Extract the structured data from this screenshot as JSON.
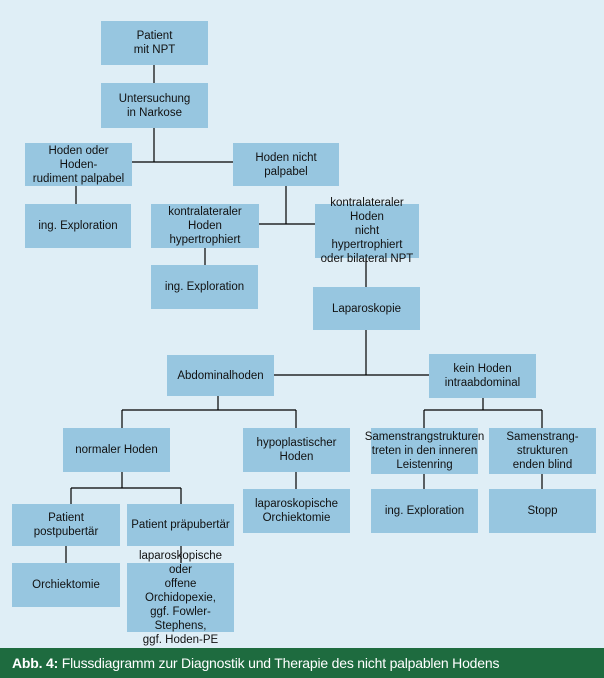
{
  "nodes": {
    "patient": "Patient\nmit NPT",
    "untersuchung": "Untersuchung\nin Narkose",
    "palpabel": "Hoden oder Hoden-\nrudiment palpabel",
    "nicht_palpabel": "Hoden nicht\npalpabel",
    "ing_exploration_1": "ing. Exploration",
    "kontra_hyper": "kontralateraler\nHoden hypertrophiert",
    "kontra_nicht_hyper": "kontralateraler Hoden\nnicht hypertrophiert\noder bilateral NPT",
    "ing_exploration_2": "ing. Exploration",
    "laparoskopie": "Laparoskopie",
    "abdominalhoden": "Abdominalhoden",
    "kein_hoden": "kein Hoden\nintraabdominal",
    "normaler_hoden": "normaler Hoden",
    "hypoplastisch": "hypoplastischer\nHoden",
    "samenstrang_leiste": "Samenstrangstrukturen\ntreten in den inneren\nLeistenring",
    "samenstrang_blind": "Samenstrang-\nstrukturen\nenden blind",
    "lap_orchiektomie": "laparoskopische\nOrchiektomie",
    "ing_exploration_3": "ing. Exploration",
    "stopp": "Stopp",
    "postpubertaer": "Patient postpubertär",
    "praepubertaer": "Patient präpubertär",
    "orchiektomie": "Orchiektomie",
    "laparoskopische_oder": "laparoskopische oder\noffene Orchidopexie,\nggf. Fowler-Stephens,\nggf. Hoden-PE"
  },
  "caption": {
    "label": "Abb. 4:",
    "text": " Flussdiagramm zur Diagnostik und Therapie des nicht palpablen Hodens"
  },
  "colors": {
    "box": "#97c6e0",
    "background": "#dfeef6",
    "caption_bg": "#1e6b3f",
    "line": "#000000"
  }
}
